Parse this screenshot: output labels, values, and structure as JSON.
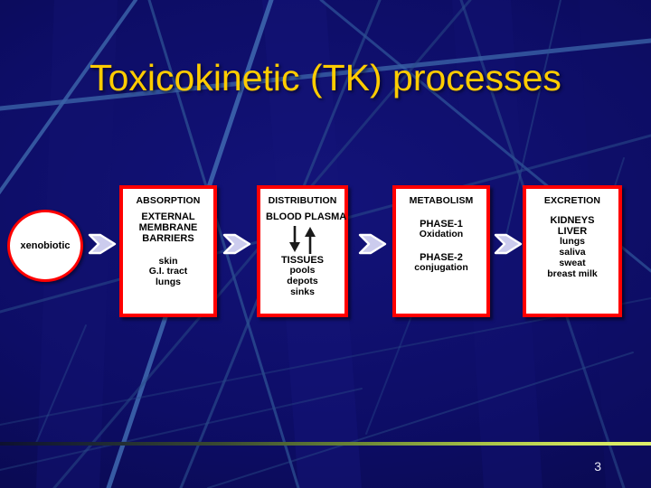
{
  "slide": {
    "title": "Toxicokinetic (TK) processes",
    "page_number": "3",
    "title_color": "#FFCC00",
    "background_color": "#0d0d66",
    "box_border_color": "#FF0000",
    "box_fill_color": "#FFFFFF",
    "arrow_fill_color": "#CCCCEE",
    "bottom_rule_accent": "#CFE35C"
  },
  "diagram": {
    "start_node": {
      "label": "xenobiotic"
    },
    "arrows": [
      {
        "name": "arrow-xenobiotic-to-absorption"
      },
      {
        "name": "arrow-absorption-to-distribution"
      },
      {
        "name": "arrow-distribution-to-metabolism"
      },
      {
        "name": "arrow-metabolism-to-excretion"
      }
    ],
    "boxes": [
      {
        "id": "absorption",
        "heading": "ABSORPTION",
        "lines": [
          "EXTERNAL",
          "MEMBRANE",
          "BARRIERS"
        ],
        "sub_lines": [
          "skin",
          "G.I. tract",
          "lungs"
        ]
      },
      {
        "id": "distribution",
        "heading": "DISTRIBUTION",
        "lines": [
          "BLOOD PLASMA"
        ],
        "exchange_arrows": [
          "down",
          "up"
        ],
        "sub_heading": "TISSUES",
        "sub_lines": [
          "pools",
          "depots",
          "sinks"
        ]
      },
      {
        "id": "metabolism",
        "heading": "METABOLISM",
        "phase1_label": "PHASE-1",
        "phase1_value": "Oxidation",
        "phase2_label": "PHASE-2",
        "phase2_value": "conjugation"
      },
      {
        "id": "excretion",
        "heading": "EXCRETION",
        "lines": [
          "KIDNEYS",
          "LIVER"
        ],
        "sub_lines": [
          "lungs",
          "saliva",
          "sweat",
          "breast milk"
        ]
      }
    ]
  }
}
